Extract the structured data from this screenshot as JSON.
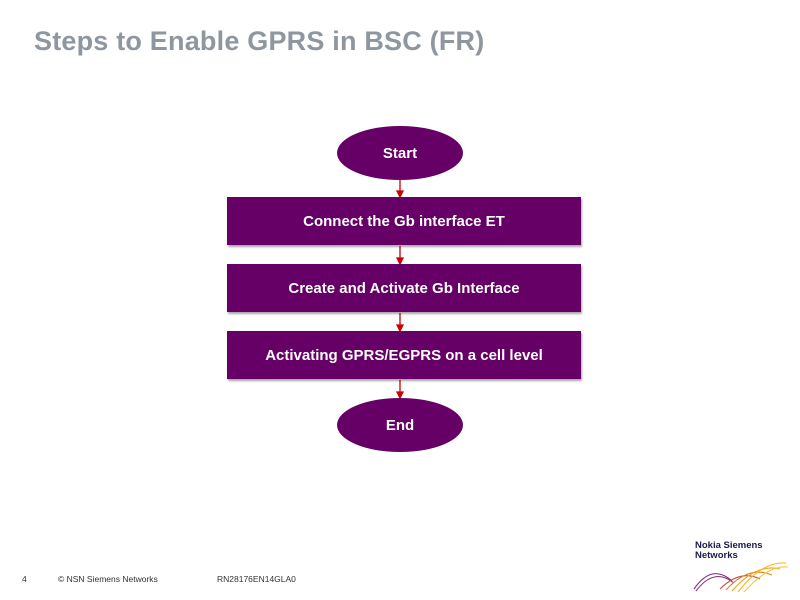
{
  "title": "Steps to Enable GPRS in BSC (FR)",
  "flowchart": {
    "start": "Start",
    "steps": [
      "Connect the Gb interface ET",
      "Create and Activate Gb Interface",
      "Activating GPRS/EGPRS on a cell level"
    ],
    "end": "End",
    "node_color": "#660066",
    "arrow_color": "#cc0000"
  },
  "footer": {
    "page_number": "4",
    "copyright": "© NSN Siemens Networks",
    "doc_code": "RN28176EN14GLA0"
  },
  "logo": {
    "line1": "Nokia Siemens",
    "line2": "Networks"
  }
}
